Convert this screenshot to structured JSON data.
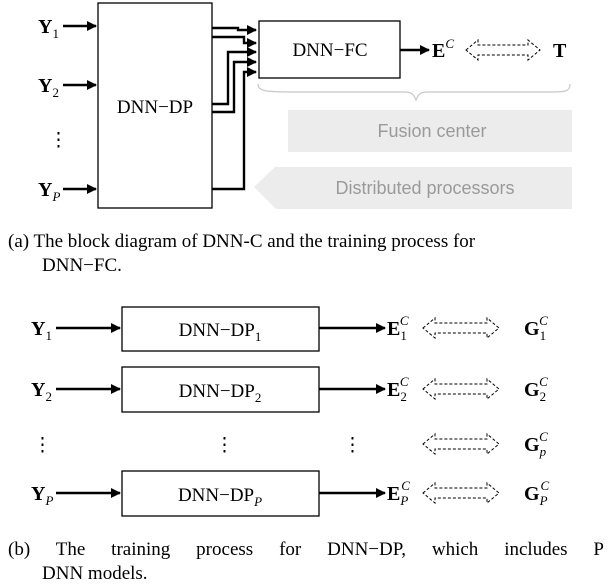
{
  "top": {
    "inputs": [
      {
        "base": "Y",
        "sub": "1"
      },
      {
        "base": "Y",
        "sub": "2"
      },
      {
        "dots": "⋮"
      },
      {
        "base": "Y",
        "sub": "P"
      }
    ],
    "dp_label": "DNN−DP",
    "fc_label": "DNN−FC",
    "output": {
      "base": "E",
      "sup": "C"
    },
    "target": "T",
    "fusion_center": "Fusion center",
    "distributed_processors": "Distributed processors"
  },
  "caption_a": {
    "line1": "(a) The block diagram of DNN-C and the training process for",
    "line2": "DNN−FC."
  },
  "bottom": {
    "rows": [
      {
        "in_base": "Y",
        "in_sub": "1",
        "box": "DNN−DP",
        "box_sub": "1",
        "out_base": "E",
        "out_sub": "1",
        "out_sup": "C",
        "tgt_base": "G",
        "tgt_sub": "1",
        "tgt_sup": "C"
      },
      {
        "in_base": "Y",
        "in_sub": "2",
        "box": "DNN−DP",
        "box_sub": "2",
        "out_base": "E",
        "out_sub": "2",
        "out_sup": "C",
        "tgt_base": "G",
        "tgt_sub": "2",
        "tgt_sup": "C"
      },
      {
        "tgt_base": "G",
        "tgt_sub": "p",
        "tgt_sup": "C"
      },
      {
        "in_base": "Y",
        "in_sub": "P",
        "box": "DNN−DP",
        "box_sub": "P",
        "out_base": "E",
        "out_sub": "P",
        "out_sup": "C",
        "tgt_base": "G",
        "tgt_sub": "P",
        "tgt_sup": "C"
      }
    ],
    "dots": "⋮"
  },
  "caption_b": {
    "line1": "(b) The training process for DNN−DP, which includes P",
    "line2": "DNN models."
  }
}
